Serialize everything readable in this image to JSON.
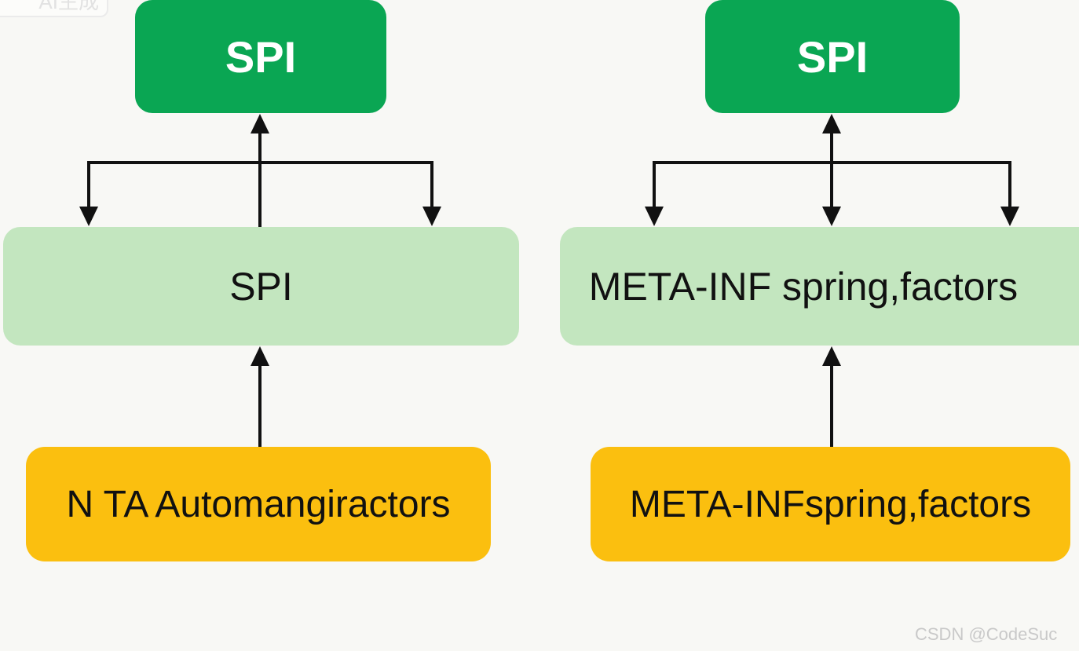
{
  "watermark": {
    "corner_label": "AI生成",
    "credit": "CSDN @CodeSuc"
  },
  "left_diagram": {
    "top_label": "SPI",
    "middle_label": "SPI",
    "bottom_label": "N TA Automangiractors"
  },
  "right_diagram": {
    "top_label": "SPI",
    "middle_label": "META-INF spring,factors",
    "bottom_label": "META-INFspring,factors"
  },
  "colors": {
    "top_box": "#0aa653",
    "middle_box": "#c3e6bf",
    "bottom_box": "#fbbf0f",
    "arrow": "#111111",
    "background": "#f8f8f5"
  }
}
